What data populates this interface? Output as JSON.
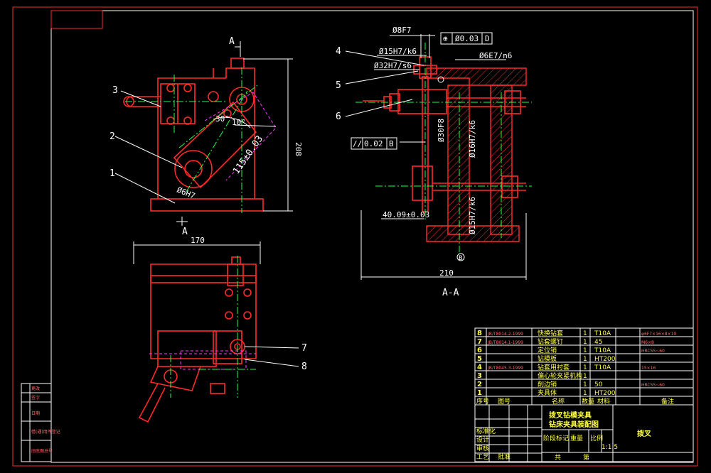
{
  "colors": {
    "background": "#000000",
    "outline": "#ff2a2a",
    "dim": "#ffffff",
    "center": "#22ff44",
    "hidden": "#ff33ff",
    "table_text": "#ffff44"
  },
  "view_labels": {
    "section_a_top": "A",
    "section_a_bottom": "A",
    "section_name": "A-A",
    "datum_b": "B"
  },
  "balloons": [
    "1",
    "2",
    "3",
    "4",
    "5",
    "6",
    "7",
    "8"
  ],
  "dimensions": {
    "front_angle_30": "30°",
    "front_angle_10": "10°",
    "front_len": "115±0.03",
    "front_height": "208",
    "front_bore": "Ø6H7",
    "bottom_width": "170",
    "sect_fit_top": "Ø8F7",
    "sect_fit_1": "Ø15H7/k6",
    "sect_fit_2": "Ø32H7/s6",
    "sect_fit_3": "Ø6E7/n6",
    "sect_bore_30": "Ø30F8",
    "sect_fit_16": "Ø16H7/k6",
    "sect_fit_15": "Ø15H7/k6",
    "sect_offset": "40.09±0.03",
    "sect_width": "210"
  },
  "tolerance_frames": {
    "position": {
      "symbol": "⊕",
      "value": "Ø0.03",
      "datum": "D"
    },
    "parallel": {
      "symbol": "//",
      "value": "0.02",
      "datum": "B"
    }
  },
  "bom": {
    "rows": [
      {
        "no": "8",
        "code": "JB/T8014.2-1999",
        "name": "快换钻套",
        "qty": "1",
        "material": "T10A",
        "note": "φ6F7×16×8×10"
      },
      {
        "no": "7",
        "code": "JB/T8014.1-1999",
        "name": "钻套螺钉",
        "qty": "1",
        "material": "45",
        "note": "M6×8"
      },
      {
        "no": "6",
        "code": "",
        "name": "定位销",
        "qty": "1",
        "material": "T10A",
        "note": "HRC55~60"
      },
      {
        "no": "5",
        "code": "",
        "name": "钻模板",
        "qty": "1",
        "material": "HT200",
        "note": ""
      },
      {
        "no": "4",
        "code": "JB/T8045.3-1999",
        "name": "钻套用衬套",
        "qty": "1",
        "material": "T10A",
        "note": "15×16"
      },
      {
        "no": "3",
        "code": "",
        "name": "偏心轮夹紧机构",
        "qty": "1",
        "material": "",
        "note": ""
      },
      {
        "no": "2",
        "code": "",
        "name": "削边销",
        "qty": "1",
        "material": "50",
        "note": "HRC55~60"
      },
      {
        "no": "1",
        "code": "",
        "name": "夹具体",
        "qty": "1",
        "material": "HT200",
        "note": ""
      }
    ],
    "header": {
      "no": "序号",
      "code": "图号",
      "name": "名称",
      "qty": "数量",
      "material": "材料",
      "note": "备注"
    },
    "title_line1": "拨叉钻模夹具",
    "title_line2": "钻床夹具装配图",
    "company": "拨叉",
    "scale": "1:1.5",
    "labels": {
      "design": "设计",
      "check": "审核",
      "approve": "批准",
      "sheets_total": "共",
      "sheet": "第",
      "standard": "标准化",
      "stage": "阶段标记",
      "weight": "重量",
      "ratio": "比例",
      "process": "工艺"
    }
  },
  "side_table": [
    "更改",
    "签字",
    "日期",
    "借(通)用件登记",
    "旧底图总号"
  ]
}
